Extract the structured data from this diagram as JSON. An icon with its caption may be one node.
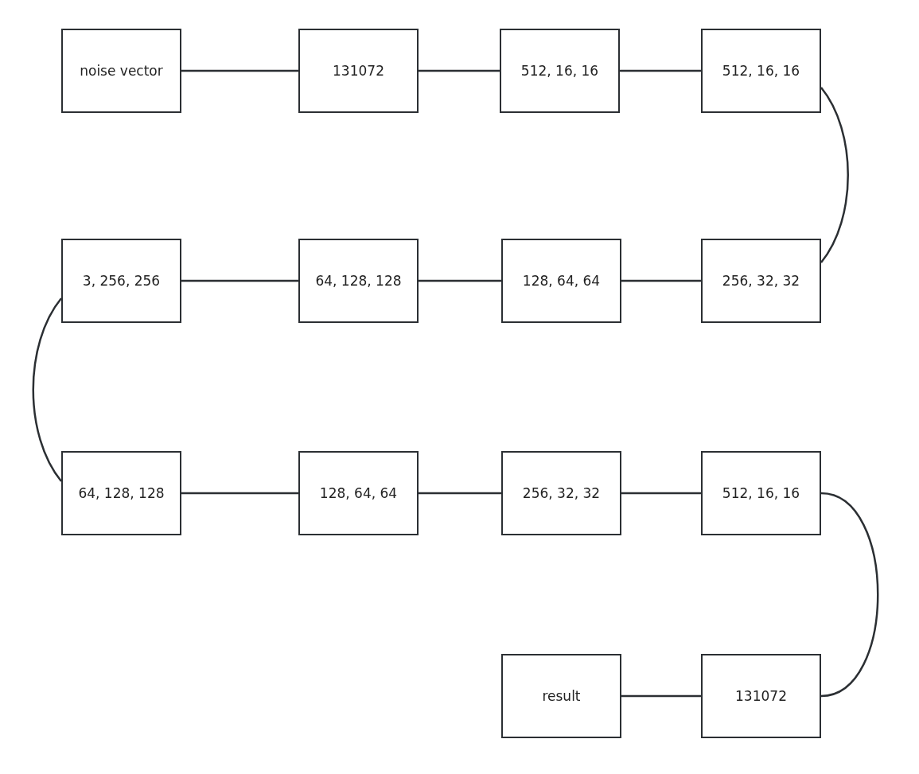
{
  "diagram": {
    "nodes": [
      {
        "text": [
          "noise vector"
        ]
      },
      {
        "text": [
          "131072"
        ]
      },
      {
        "text": [
          "512, 16, 16"
        ]
      },
      {
        "text": [
          "512, 16, 16"
        ]
      },
      {
        "text": [
          "3, 256, 256"
        ]
      },
      {
        "text": [
          "64, 128, 128"
        ]
      },
      {
        "text": [
          "128, 64, 64"
        ]
      },
      {
        "text": [
          "256, 32, 32"
        ]
      },
      {
        "text": [
          "64, 128, 128"
        ]
      },
      {
        "text": [
          "128, 64, 64"
        ]
      },
      {
        "text": [
          "256, 32, 32"
        ]
      },
      {
        "text": [
          "512, 16, 16"
        ]
      },
      {
        "text": [
          "result"
        ]
      },
      {
        "text": [
          "131072"
        ]
      }
    ],
    "edges": [
      {
        "from": 0,
        "to": 1,
        "arrow": "none"
      },
      {
        "from": 1,
        "to": 2,
        "arrow": "none"
      },
      {
        "from": 2,
        "to": 3,
        "arrow": "none"
      },
      {
        "from": 3,
        "to": 7,
        "arrow": "none"
      },
      {
        "from": 7,
        "to": 6,
        "arrow": "none"
      },
      {
        "from": 6,
        "to": 5,
        "arrow": "none"
      },
      {
        "from": 5,
        "to": 4,
        "arrow": "none"
      },
      {
        "from": 4,
        "to": 8,
        "arrow": "none"
      },
      {
        "from": 8,
        "to": 9,
        "arrow": "none"
      },
      {
        "from": 9,
        "to": 10,
        "arrow": "none"
      },
      {
        "from": 10,
        "to": 11,
        "arrow": "none"
      },
      {
        "from": 11,
        "to": 13,
        "arrow": "none"
      },
      {
        "from": 13,
        "to": 12,
        "arrow": "none"
      }
    ]
  }
}
